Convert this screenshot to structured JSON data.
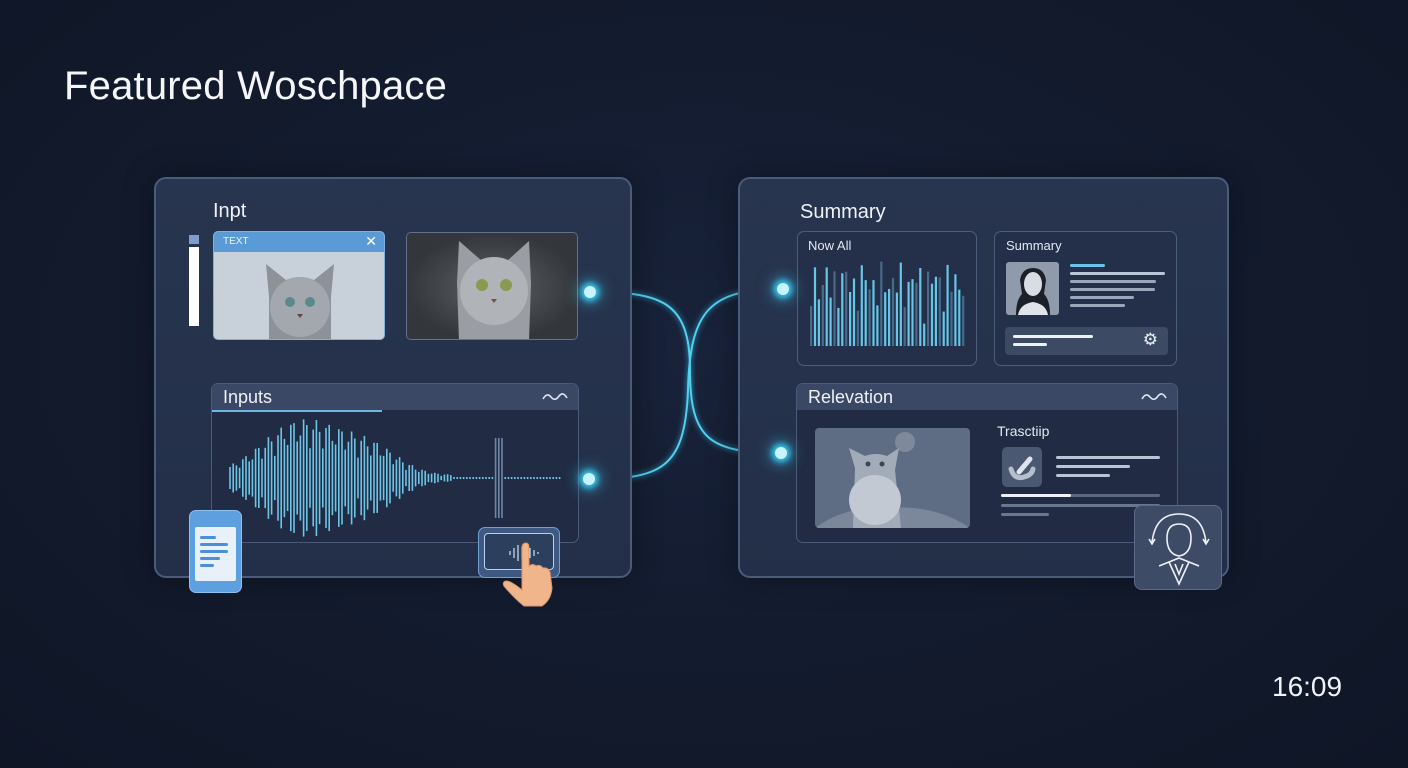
{
  "page": {
    "title": "Featured Woschpace",
    "clock": "16:09"
  },
  "input_panel": {
    "heading": "Inpt",
    "text_card": {
      "label": "TEXT",
      "close_icon": "close-icon"
    },
    "inputs": {
      "heading": "Inputs",
      "icon": "wave-icon"
    }
  },
  "output_panel": {
    "heading": "Summary",
    "chart_card": {
      "label": "Now All"
    },
    "summary_card": {
      "label": "Summary",
      "icon": "gear-icon"
    },
    "relevation": {
      "heading": "Relevation",
      "icon": "wave-icon",
      "transcript_label": "Trasctiip"
    }
  },
  "colors": {
    "accent": "#4fc3e8",
    "background": "#121a2c",
    "panel": "#26334d",
    "text_header": "#5b9bd5"
  }
}
